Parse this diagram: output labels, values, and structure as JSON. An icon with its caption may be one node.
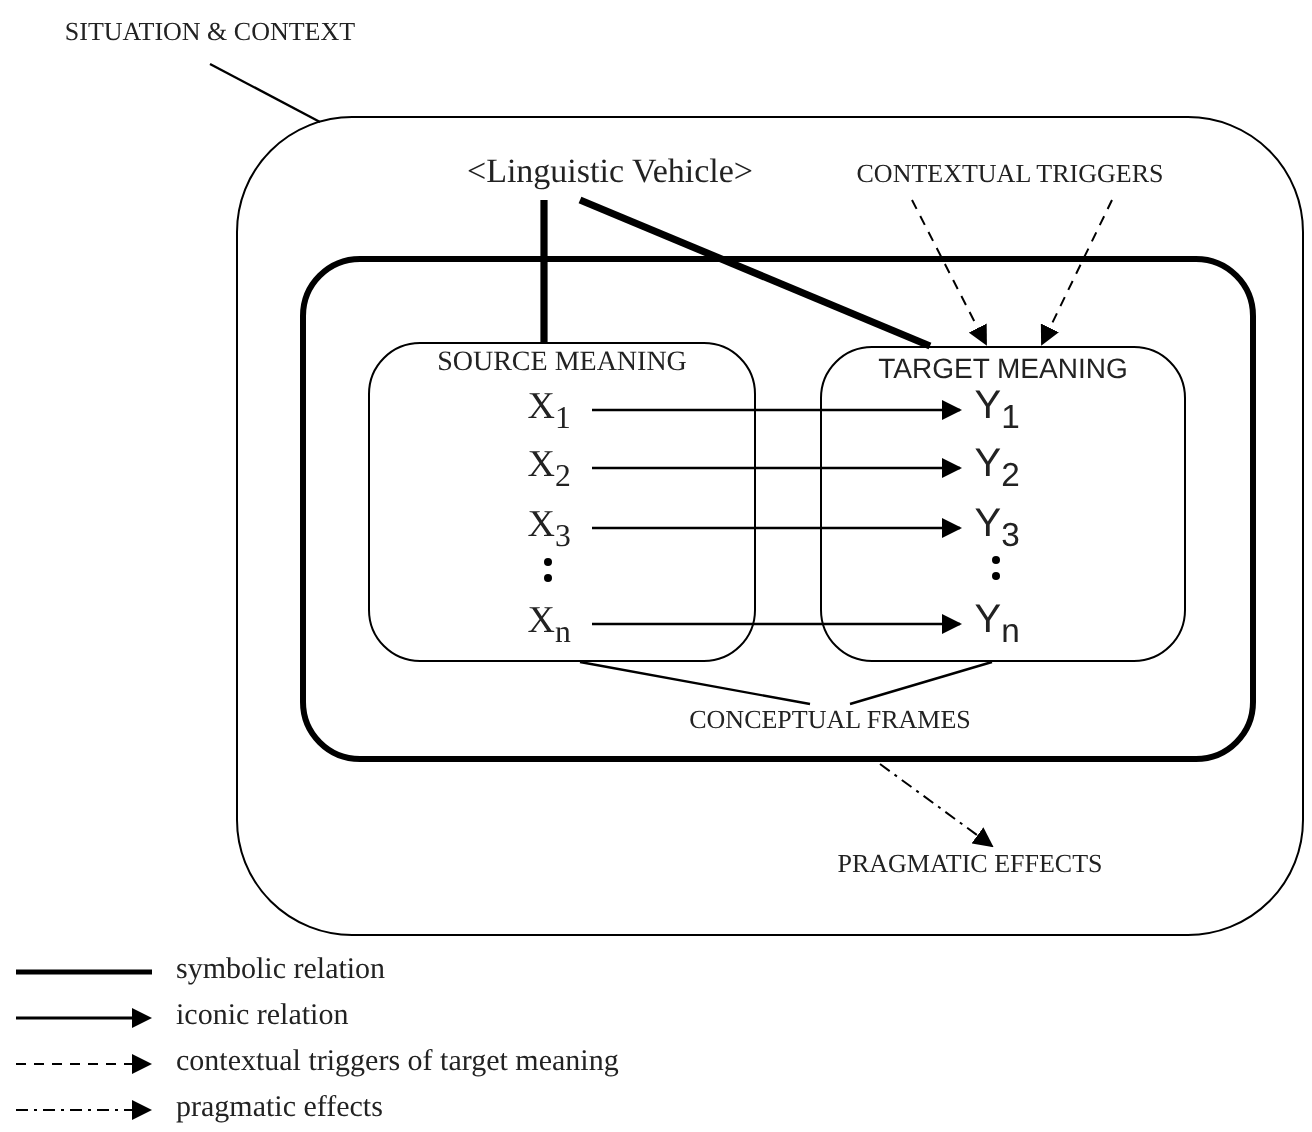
{
  "diagram": {
    "nodes": [
      {
        "text": [
          "SITUATION & CONTEXT"
        ]
      },
      {
        "text": [],
        "shape": "box"
      },
      {
        "text": [
          "<Linguistic Vehicle>"
        ],
        "in": 1
      },
      {
        "text": [
          "CONTEXTUAL TRIGGERS"
        ],
        "in": 1
      },
      {
        "text": [],
        "shape": "box",
        "in": 1
      },
      {
        "text": [
          "SOURCE MEANING"
        ],
        "in": 4
      },
      {
        "text": [
          "X$_{1}$"
        ],
        "in": 5
      },
      {
        "text": [
          "X$_{2}$"
        ],
        "in": 5
      },
      {
        "text": [
          "X$_{3}$"
        ],
        "in": 5
      },
      {
        "text": [
          "X$_{n}$"
        ],
        "in": 5
      },
      {
        "text": [
          "TARGET MEANING"
        ],
        "in": 4
      },
      {
        "text": [
          "Y$_{1}$"
        ],
        "in": 10
      },
      {
        "text": [
          "Y$_{2}$"
        ],
        "in": 10
      },
      {
        "text": [
          "Y$_{3}$"
        ],
        "in": 10
      },
      {
        "text": [
          "Y$_{n}$"
        ],
        "in": 10
      },
      {
        "text": [
          "CONCEPTUAL FRAMES"
        ],
        "in": 4
      },
      {
        "text": [
          "PRAGMATIC EFFECTS"
        ],
        "in": 1
      }
    ],
    "edges": [
      {
        "from": 0,
        "to": 1,
        "arrow": "none"
      },
      {
        "from": 2,
        "to": 5,
        "arrow": "none",
        "style": "thick"
      },
      {
        "from": 2,
        "to": 10,
        "arrow": "none",
        "style": "thick"
      },
      {
        "from": 3,
        "to": 10,
        "arrow": "to",
        "style": "dashed"
      },
      {
        "from": 3,
        "to": 10,
        "arrow": "to",
        "style": "dashed"
      },
      {
        "from": 6,
        "to": 11,
        "arrow": "to"
      },
      {
        "from": 7,
        "to": 12,
        "arrow": "to"
      },
      {
        "from": 8,
        "to": 13,
        "arrow": "to"
      },
      {
        "from": 9,
        "to": 14,
        "arrow": "to"
      },
      {
        "from": 15,
        "to": 5,
        "arrow": "none"
      },
      {
        "from": 15,
        "to": 10,
        "arrow": "none"
      },
      {
        "from": 4,
        "to": 16,
        "arrow": "to",
        "style": "dashed"
      }
    ],
    "legend": [
      {
        "text": "symbolic relation"
      },
      {
        "text": "iconic relation"
      },
      {
        "text": "contextual triggers of target meaning"
      },
      {
        "text": "pragmatic effects"
      }
    ]
  }
}
